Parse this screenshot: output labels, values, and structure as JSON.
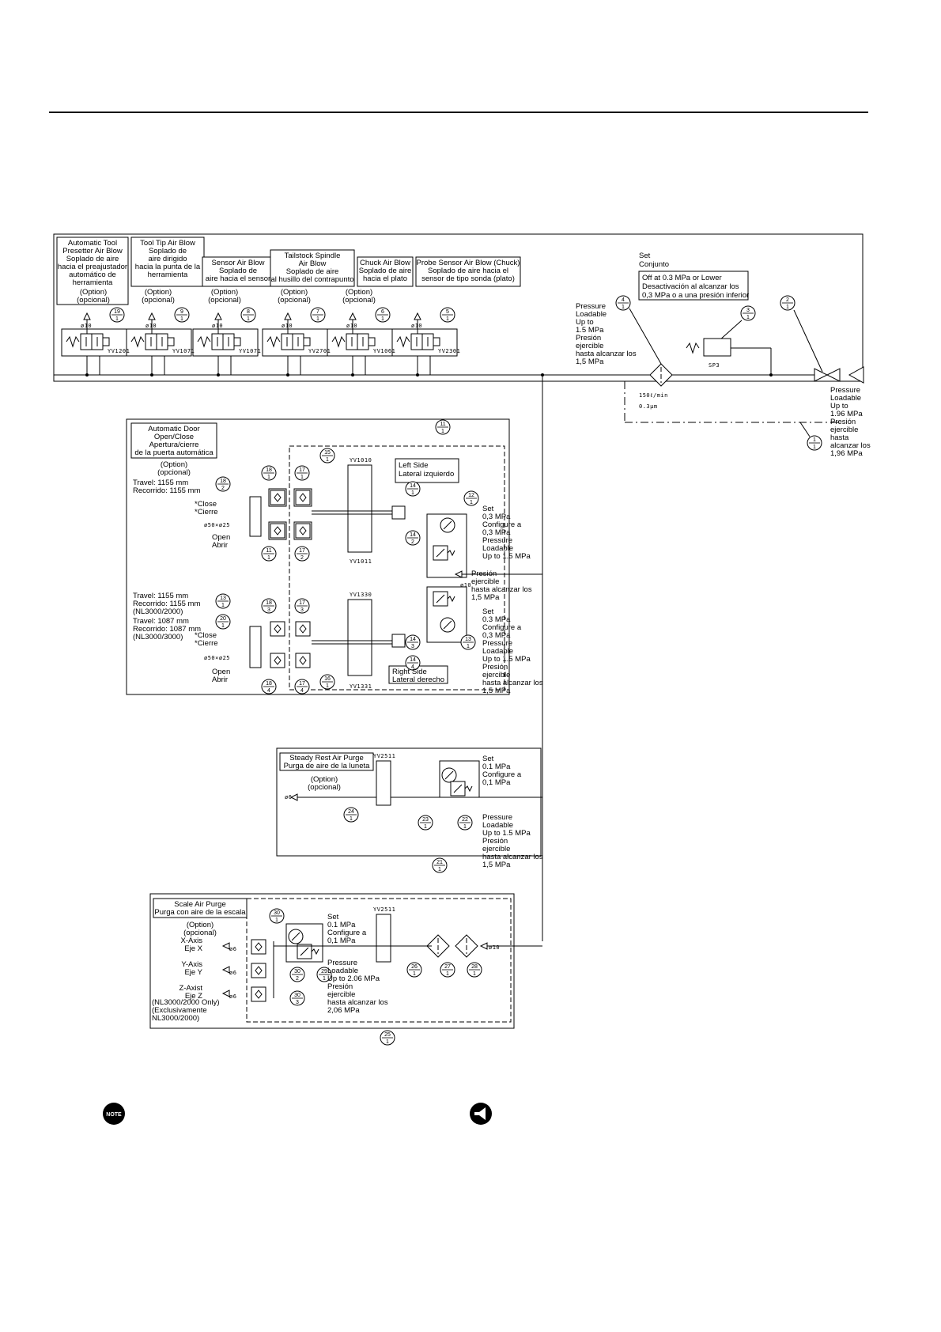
{
  "groups": [
    {
      "id": "top-air-blow",
      "boxes": [
        {
          "id": "presetter",
          "lines": [
            "Automatic Tool",
            "Presetter Air Blow",
            "Soplado de aire",
            "hacia el preajustador",
            "automático de",
            "herramienta"
          ],
          "option": [
            "(Option)",
            "(opcional)"
          ],
          "port": "ø10",
          "valve": "YV1201",
          "bubble": [
            "19",
            "1"
          ]
        },
        {
          "id": "tooltip",
          "lines": [
            "Tool Tip Air Blow",
            "Soplado de",
            "aire dirigido",
            "hacia la punta de la",
            "herramienta"
          ],
          "option": [
            "(Option)",
            "(opcional)"
          ],
          "port": "ø10",
          "valve": "YV1071",
          "bubble": [
            "9",
            "1"
          ]
        },
        {
          "id": "sensor",
          "lines": [
            "Sensor Air Blow",
            "Soplado de",
            "aire hacia el sensor"
          ],
          "option": [
            "(Option)",
            "(opcional)"
          ],
          "port": "ø10",
          "valve": "YV1071",
          "bubble": [
            "8",
            "1"
          ]
        },
        {
          "id": "tailstock",
          "lines": [
            "Tailstock Spindle",
            "Air Blow",
            "Soplado de aire",
            "al husillo del contrapunto"
          ],
          "option": [
            "(Option)",
            "(opcional)"
          ],
          "port": "ø10",
          "valve": "YV2701",
          "bubble": [
            "7",
            "1"
          ]
        },
        {
          "id": "chuck",
          "lines": [
            "Chuck Air Blow",
            "Soplado de aire",
            "hacia el plato"
          ],
          "option": [
            "(Option)",
            "(opcional)"
          ],
          "port": "ø10",
          "valve": "YV1061",
          "bubble": [
            "6",
            "1"
          ]
        },
        {
          "id": "probe",
          "lines": [
            "Probe Sensor Air Blow (Chuck)",
            "Soplado de aire hacia el",
            "sensor de tipo sonda (plato)"
          ],
          "option": [],
          "port": "ø10",
          "valve": "YV2301",
          "bubble": [
            "5",
            "1"
          ]
        }
      ]
    }
  ],
  "supply": {
    "set_label": [
      "Set",
      "Conjunto"
    ],
    "set_box": [
      "Off at 0.3 MPa or Lower",
      "Desactivación al alcanzar los",
      "0,3 MPa o a una presión inferior"
    ],
    "pressure_left": [
      "Pressure",
      "Loadable",
      "Up to",
      "1.5 MPa",
      "Presión",
      "ejercible",
      "hasta alcanzar los",
      "1,5 MPa"
    ],
    "flow": [
      "150ℓ/min",
      "0.3μm"
    ],
    "switch": "SP3",
    "pressure_right": [
      "Pressure",
      "Loadable",
      "Up to",
      "1.96 MPa",
      "Presión",
      "ejercible",
      "hasta",
      "alcanzar los",
      "1,96 MPa"
    ],
    "bubbles": [
      [
        "4",
        "1"
      ],
      [
        "3",
        "1"
      ],
      [
        "2",
        "1"
      ],
      [
        "1",
        "1"
      ]
    ]
  },
  "door": {
    "title": [
      "Automatic Door",
      "Open/Close",
      "Apertura/cierre",
      "de la puerta automática"
    ],
    "option": [
      "(Option)",
      "(opcional)"
    ],
    "travel1": [
      "Travel:  1155 mm",
      "Recorrido:  1155 mm"
    ],
    "travel2": [
      "Travel:  1155 mm",
      "Recorrido:  1155 mm",
      "(NL3000/2000)"
    ],
    "travel3": [
      "Travel:  1087 mm",
      "Recorrido:  1087 mm",
      "(NL3000/3000)"
    ],
    "close": [
      "*Close",
      "*Cierre"
    ],
    "cyl": "ø50×ø25",
    "open": [
      "Open",
      "Abrir"
    ],
    "left_side": [
      "Left Side",
      "Lateral izquierdo"
    ],
    "right_side": [
      "Right Side",
      "Lateral derecho"
    ],
    "valves": [
      "YV1010",
      "YV1011",
      "YV1330",
      "YV1331"
    ],
    "set_left": [
      "Set",
      "0,3 MPa",
      "Configure a",
      "0,3 MPa",
      "Pressure",
      "Loadable",
      "Up to 1.5 MPa"
    ],
    "pres_left": [
      "Presión",
      "ejercible",
      "hasta alcanzar los",
      "1,5 MPa"
    ],
    "set_right": [
      "Set",
      "0.3 MPa",
      "Configure a",
      "0,3 MPa",
      "Pressure",
      "Loadable",
      "Up to 1.5 MPa",
      "Presión",
      "ejercible",
      "hasta alcanzar los",
      "1,5 MPa"
    ],
    "port": "ø10",
    "bubbles": [
      [
        "11",
        "1"
      ],
      [
        "15",
        "1"
      ],
      [
        "12",
        "1"
      ],
      [
        "18",
        "2"
      ],
      [
        "17",
        "1"
      ],
      [
        "14",
        "1"
      ],
      [
        "18",
        "1"
      ],
      [
        "17",
        "2"
      ],
      [
        "14",
        "2"
      ],
      [
        "13",
        "1"
      ],
      [
        "20",
        "1"
      ],
      [
        "18",
        "3"
      ],
      [
        "17",
        "3"
      ],
      [
        "14",
        "3"
      ],
      [
        "18",
        "4"
      ],
      [
        "17",
        "4"
      ],
      [
        "16",
        "1"
      ],
      [
        "14",
        "4"
      ],
      [
        "13",
        "1"
      ]
    ]
  },
  "steady": {
    "title": [
      "Steady Rest Air Purge",
      "Purga de aire de la luneta"
    ],
    "option": [
      "(Option)",
      "(opcional)"
    ],
    "port": "ø6",
    "valve": "YV2511",
    "set": [
      "Set",
      "0.1 MPa",
      "Configure a",
      "0,1 MPa"
    ],
    "pressure": [
      "Pressure",
      "Loadable",
      "Up to 1.5 MPa",
      "Presión",
      "ejercible",
      "hasta alcanzar los",
      "1,5 MPa"
    ],
    "bubbles": [
      [
        "24",
        "1"
      ],
      [
        "23",
        "1"
      ],
      [
        "22",
        "1"
      ],
      [
        "21",
        "1"
      ]
    ]
  },
  "scale": {
    "title": [
      "Scale Air Purge",
      "Purga con aire de la escala"
    ],
    "option": [
      "(Option)",
      "(opcional)"
    ],
    "axes": [
      [
        "X-Axis",
        "Eje X"
      ],
      [
        "Y-Axis",
        "Eje Y"
      ],
      [
        "Z-Axist",
        "Eje Z"
      ]
    ],
    "port_small": "ø6",
    "note": [
      "(NL3000/2000 Only)",
      "(Exclusivamente",
      "NL3000/2000)"
    ],
    "set": [
      "Set",
      "0.1 MPa",
      "Configure a",
      "0,1 MPa"
    ],
    "pressure": [
      "Pressure",
      "Loadable",
      "Up to 2.06 MPa",
      "Presión",
      "ejercible",
      "hasta alcanzar los",
      "2,06 MPa"
    ],
    "valve": "YV2511",
    "port": "ø10",
    "bubbles": [
      [
        "30",
        "1"
      ],
      [
        "30",
        "2"
      ],
      [
        "30",
        "3"
      ],
      [
        "29",
        "1"
      ],
      [
        "26",
        "1"
      ],
      [
        "27",
        "1"
      ],
      [
        "28",
        "1"
      ],
      [
        "25",
        "1"
      ]
    ]
  },
  "footer": {
    "note_icon": "note-icon",
    "caution_icon": "caution-icon",
    "note_text": "NOTE"
  }
}
